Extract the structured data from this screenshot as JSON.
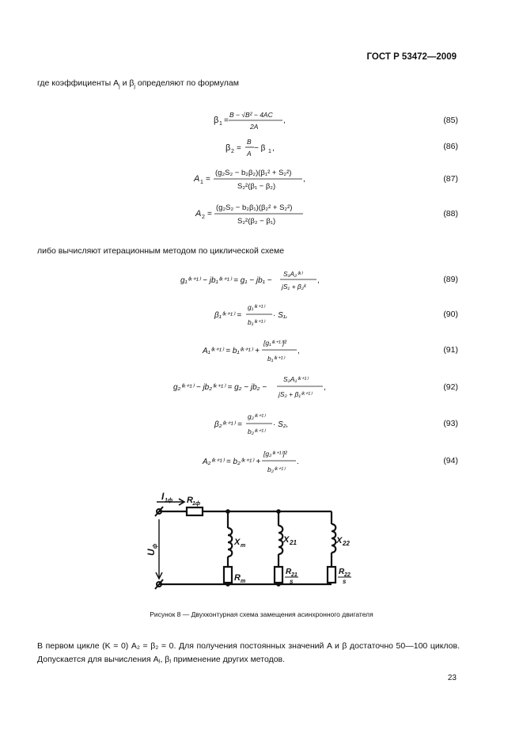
{
  "header": {
    "standard": "ГОСТ Р 53472—2009"
  },
  "intro": {
    "text": "где коэффициенты A",
    "sub_j": "j",
    "and": " и β",
    "sub_j2": "j",
    "rest": " определяют по формулам"
  },
  "iter_intro": {
    "text": "либо вычисляют итерационным методом по циклической схеме"
  },
  "equations": {
    "e85": {
      "lhs": "β",
      "lhs_sub": "1",
      "num": "B − √B² − 4AC",
      "den": "2A",
      "tail": ",",
      "number": "(85)"
    },
    "e86": {
      "lhs": "β",
      "lhs_sub": "2",
      "num": "B",
      "den": "A",
      "tail": " − β",
      "tail_sub": "1",
      "tail2": ",",
      "number": "(86)"
    },
    "e87": {
      "lhs": "A",
      "lhs_sub": "1",
      "num": "(g₂S₂ − b₂β₂)(β₁² + S₂²)",
      "den": "S₂²(β₁ − β₂)",
      "tail": ",",
      "number": "(87)"
    },
    "e88": {
      "lhs": "A",
      "lhs_sub": "2",
      "num": "(g₂S₂ − b₂β₁)(β₂² + S₂²)",
      "den": "S₂²(β₂ − β₁)",
      "tail": "",
      "number": "(88)"
    },
    "e89": {
      "lhs": "g₁⁽ᵏ⁺¹⁾ − jb₁⁽ᵏ⁺¹⁾ = g₁ − jb₁ −",
      "num": "S₁A₂⁽ᵏ⁾",
      "den": "jS₁ + β₂ᵏ",
      "tail": ",",
      "number": "(89)"
    },
    "e90": {
      "lhs": "β₁⁽ᵏ⁺¹⁾ =",
      "num": "g₁⁽ᵏ⁺¹⁾",
      "den": "b₁⁽ᵏ⁺¹⁾",
      "tail": "· S₁,",
      "number": "(90)"
    },
    "e91": {
      "lhs": "A₁⁽ᵏ⁺¹⁾ = b₁⁽ᵏ⁺¹⁾ +",
      "num": "[g₁⁽ᵏ⁺¹⁾]²",
      "den": "b₁⁽ᵏ⁺¹⁾",
      "tail": ",",
      "number": "(91)"
    },
    "e92": {
      "lhs": "g₂⁽ᵏ⁺¹⁾ − jb₂⁽ᵏ⁺¹⁾ = g₂ − jb₂ −",
      "num": "S₂A₁⁽ᵏ⁺¹⁾",
      "den": "jS₂ + β₁⁽ᵏ⁺¹⁾",
      "tail": ",",
      "number": "(92)"
    },
    "e93": {
      "lhs": "β₂⁽ᵏ⁺¹⁾ =",
      "num": "g₂⁽ᵏ⁺¹⁾",
      "den": "b₂⁽ᵏ⁺¹⁾",
      "tail": "· S₂,",
      "number": "(93)"
    },
    "e94": {
      "lhs": "A₂⁽ᵏ⁺¹⁾ = b₂⁽ᵏ⁺¹⁾ +",
      "num": "[g₂⁽ᵏ⁺¹⁾]²",
      "den": "b₂⁽ᵏ⁺¹⁾",
      "tail": ".",
      "number": "(94)"
    }
  },
  "circuit": {
    "current_label": "I",
    "current_sub": "1ф",
    "r1_label": "R",
    "r1_sub": "1ф",
    "voltage_label": "U",
    "voltage_sub": "ф",
    "xm_label": "X",
    "xm_sub": "m",
    "rm_label": "R",
    "rm_sub": "m",
    "x21_label": "X",
    "x21_sub": "21",
    "r21_label": "R",
    "r21_sub": "21",
    "r21_den": "s",
    "x22_label": "X",
    "x22_sub": "22",
    "r22_label": "R",
    "r22_sub": "22",
    "r22_den": "s"
  },
  "caption": "Рисунок  8 — Двухконтурная схема замещения асинхронного двигателя",
  "closing": {
    "text": "В первом цикле (K = 0) A₂ = β₂ = 0. Для получения постоянных значений A и β достаточно 50—100 циклов. Допускается для вычисления Aⱼ, βⱼ применение других методов."
  },
  "page_number": "23"
}
